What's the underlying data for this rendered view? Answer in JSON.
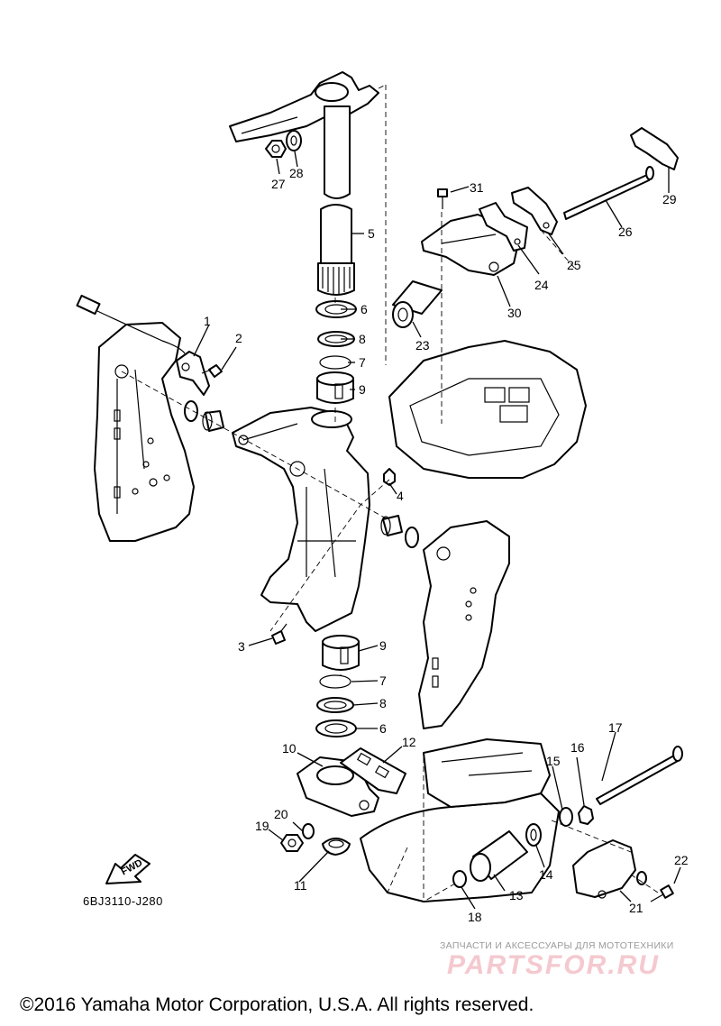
{
  "diagram": {
    "drawing_code": "6BJ3110-J280",
    "fwd_label": "FWD",
    "copyright": "©2016 Yamaha Motor Corporation, U.S.A. All rights reserved.",
    "watermark": {
      "subtitle": "ЗАПЧАСТИ И АКСЕССУАРЫ ДЛЯ МОТОТЕХНИКИ",
      "logo": "PARTSFOR.RU"
    },
    "callouts": [
      "1",
      "2",
      "3",
      "4",
      "5",
      "6",
      "7",
      "8",
      "9",
      "10",
      "11",
      "12",
      "13",
      "14",
      "15",
      "16",
      "17",
      "18",
      "19",
      "20",
      "21",
      "22",
      "23",
      "24",
      "25",
      "26",
      "27",
      "28",
      "29",
      "30",
      "31"
    ]
  }
}
